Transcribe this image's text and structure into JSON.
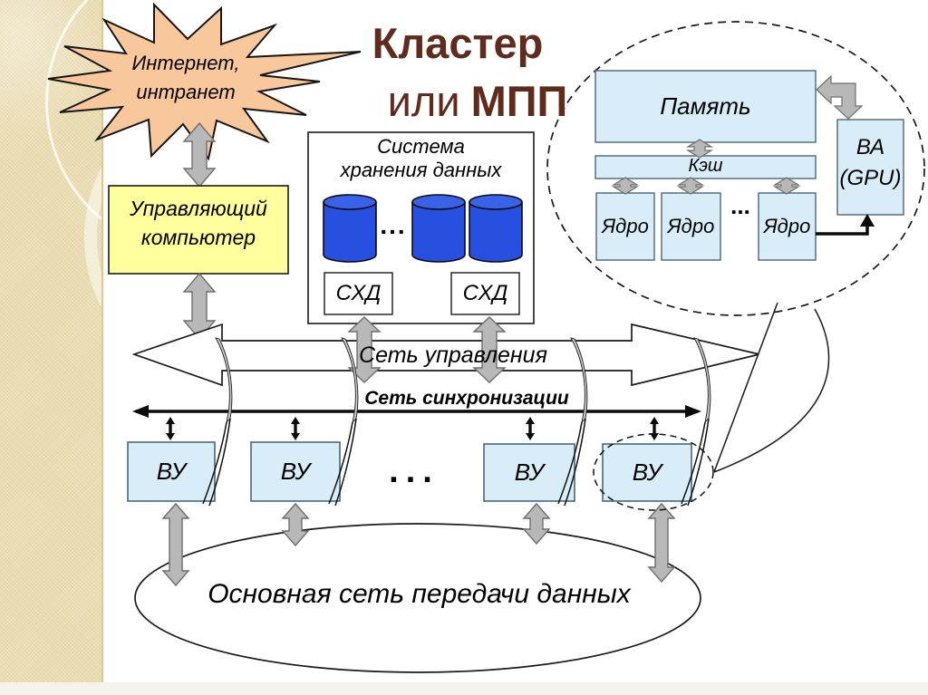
{
  "title": {
    "line1": "Кластер",
    "line2_regular": "или",
    "line2_bold": "МПП"
  },
  "internet_burst": {
    "line1": "Интернет,",
    "line2": "интранет"
  },
  "control_computer": {
    "line1": "Управляющий",
    "line2": "компьютер"
  },
  "storage": {
    "title_line1": "Система",
    "title_line2": "хранения данных",
    "disk_dots": "...",
    "unit_labels": [
      "СХД",
      "СХД"
    ]
  },
  "networks": {
    "control": "Сеть управления",
    "sync": "Сеть синхронизации",
    "main": "Основная сеть передачи данных"
  },
  "compute": {
    "vu_labels": [
      "ВУ",
      "ВУ",
      "ВУ",
      "ВУ"
    ],
    "dots": "..."
  },
  "node_detail": {
    "memory": "Память",
    "cache": "Кэш",
    "core_labels": [
      "Ядро",
      "Ядро",
      "Ядро"
    ],
    "core_dots": "...",
    "accelerator_line1": "ВА",
    "accelerator_line2": "(GPU)"
  },
  "colors": {
    "title_text": "#5e2b1d",
    "burst_fill": "#f9c79c",
    "control_computer_fill": "#ffff9e",
    "disk_fill": "#2750e0",
    "node_fill": "#d8edf8",
    "arrow_gray": "#b8b8b8",
    "sidebar_beige": "#e9dcb0"
  }
}
